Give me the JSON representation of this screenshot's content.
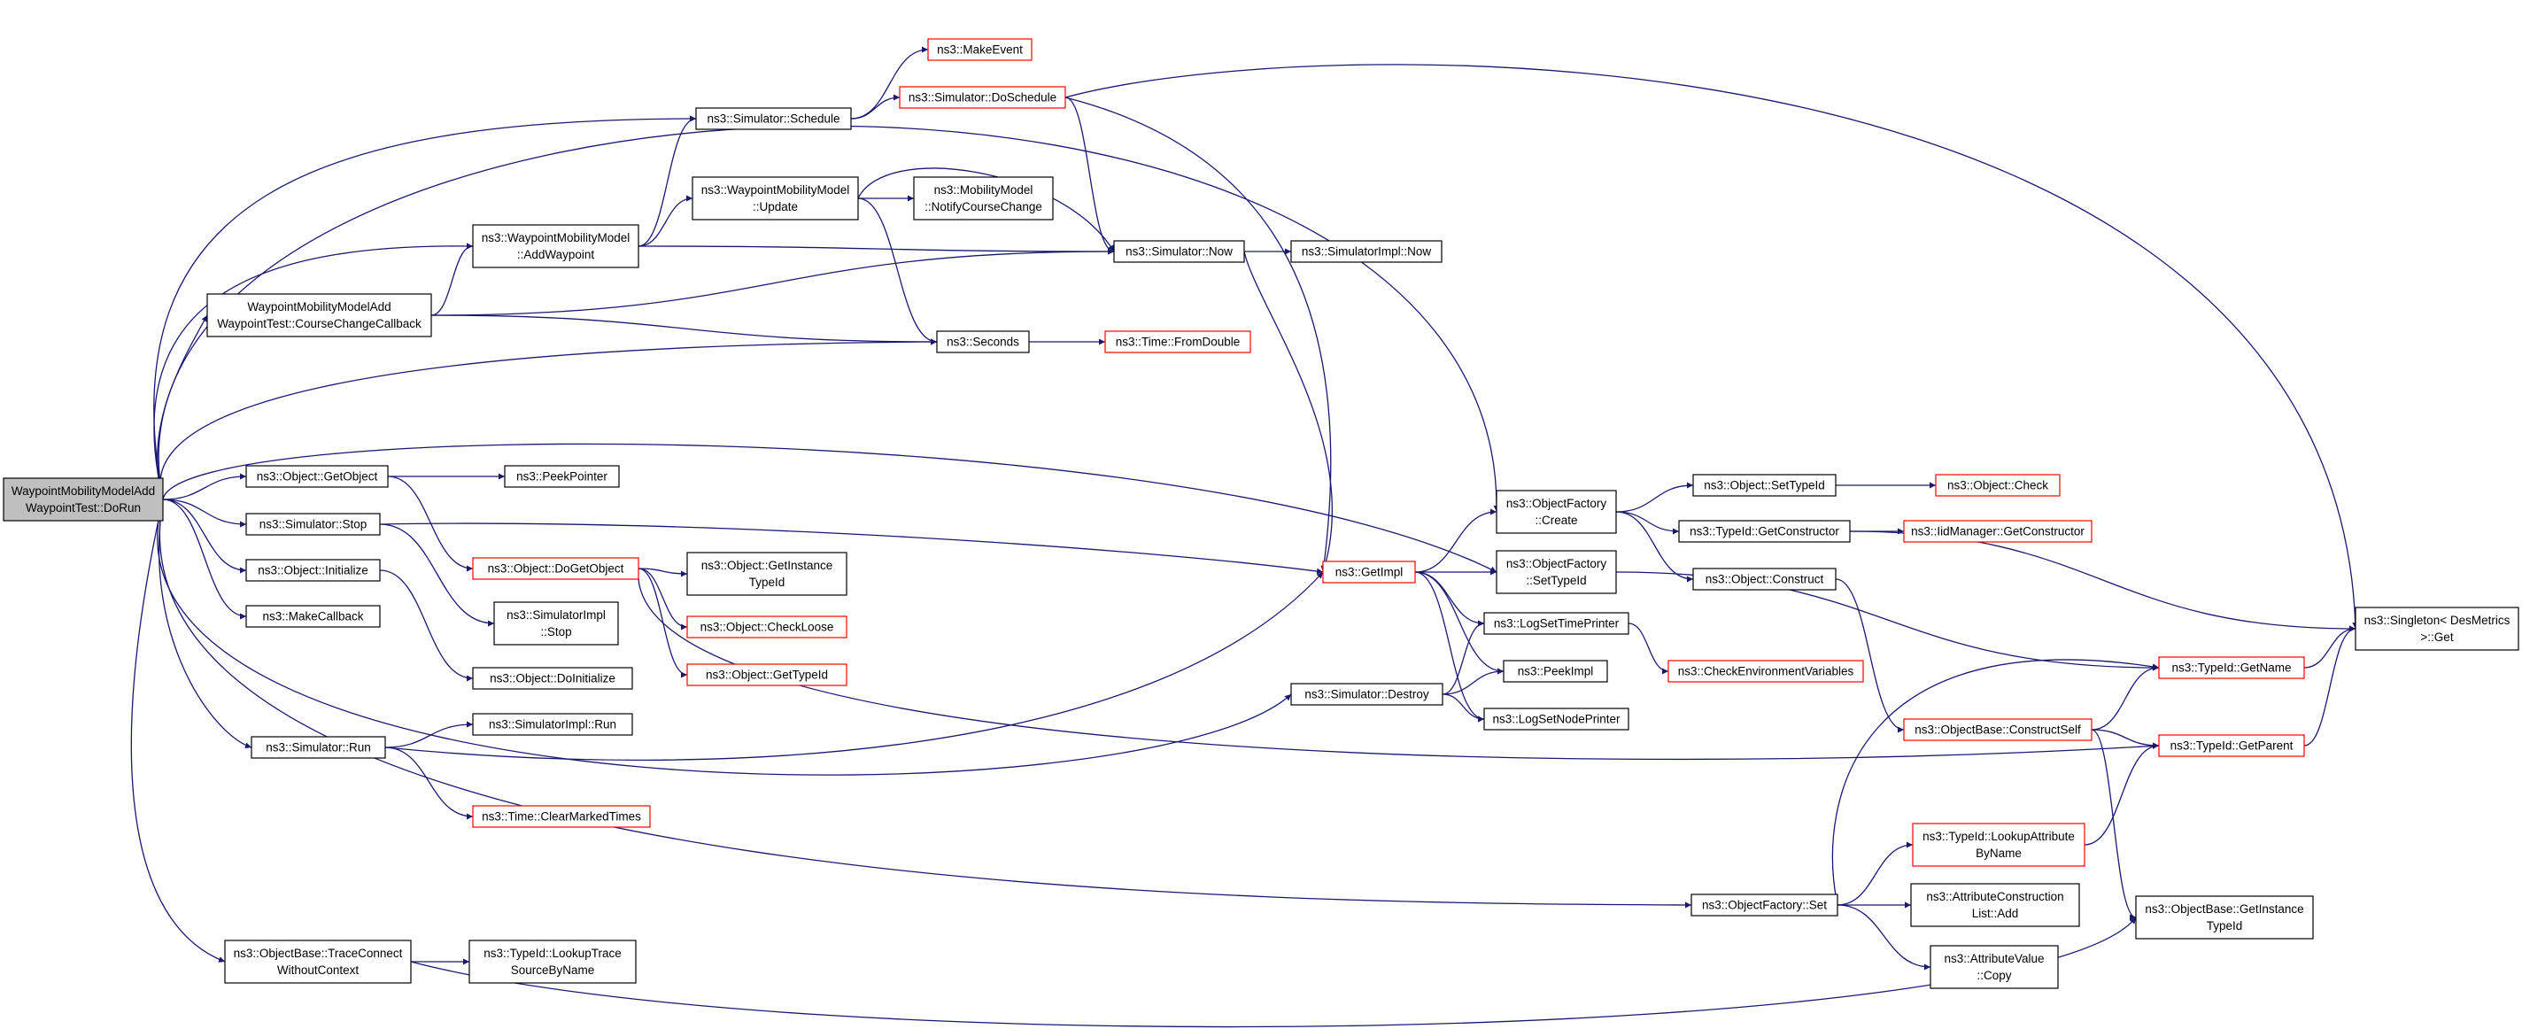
{
  "colors": {
    "edge": "#191970",
    "node_border": "#000000",
    "node_border_truncated": "#ff0000",
    "root_fill": "#bfbfbf",
    "node_fill": "#ffffff",
    "text": "#000000"
  },
  "nodes": [
    {
      "id": "root",
      "lines": [
        "WaypointMobilityModelAdd",
        "WaypointTest::DoRun"
      ],
      "style": "root"
    },
    {
      "id": "schedule",
      "lines": [
        "ns3::Simulator::Schedule"
      ],
      "style": "normal"
    },
    {
      "id": "makeevent",
      "lines": [
        "ns3::MakeEvent"
      ],
      "style": "truncated"
    },
    {
      "id": "doschedule",
      "lines": [
        "ns3::Simulator::DoSchedule"
      ],
      "style": "truncated"
    },
    {
      "id": "wmm_update",
      "lines": [
        "ns3::WaypointMobilityModel",
        "::Update"
      ],
      "style": "normal"
    },
    {
      "id": "notify",
      "lines": [
        "ns3::MobilityModel",
        "::NotifyCourseChange"
      ],
      "style": "normal"
    },
    {
      "id": "addwaypoint",
      "lines": [
        "ns3::WaypointMobilityModel",
        "::AddWaypoint"
      ],
      "style": "normal"
    },
    {
      "id": "sim_now",
      "lines": [
        "ns3::Simulator::Now"
      ],
      "style": "normal"
    },
    {
      "id": "simimpl_now",
      "lines": [
        "ns3::SimulatorImpl::Now"
      ],
      "style": "normal"
    },
    {
      "id": "coursechange",
      "lines": [
        "WaypointMobilityModelAdd",
        "WaypointTest::CourseChangeCallback"
      ],
      "style": "normal"
    },
    {
      "id": "seconds",
      "lines": [
        "ns3::Seconds"
      ],
      "style": "normal"
    },
    {
      "id": "fromdouble",
      "lines": [
        "ns3::Time::FromDouble"
      ],
      "style": "truncated"
    },
    {
      "id": "getobject",
      "lines": [
        "ns3::Object::GetObject"
      ],
      "style": "normal"
    },
    {
      "id": "peekpointer",
      "lines": [
        "ns3::PeekPointer"
      ],
      "style": "normal"
    },
    {
      "id": "sim_stop",
      "lines": [
        "ns3::Simulator::Stop"
      ],
      "style": "normal"
    },
    {
      "id": "dogetobject",
      "lines": [
        "ns3::Object::DoGetObject"
      ],
      "style": "truncated"
    },
    {
      "id": "getinstancetypeid",
      "lines": [
        "ns3::Object::GetInstance",
        "TypeId"
      ],
      "style": "normal"
    },
    {
      "id": "checkloose",
      "lines": [
        "ns3::Object::CheckLoose"
      ],
      "style": "truncated"
    },
    {
      "id": "obj_gettypeid",
      "lines": [
        "ns3::Object::GetTypeId"
      ],
      "style": "truncated"
    },
    {
      "id": "obj_initialize",
      "lines": [
        "ns3::Object::Initialize"
      ],
      "style": "normal"
    },
    {
      "id": "simimpl_stop",
      "lines": [
        "ns3::SimulatorImpl",
        "::Stop"
      ],
      "style": "normal"
    },
    {
      "id": "makecallback",
      "lines": [
        "ns3::MakeCallback"
      ],
      "style": "normal"
    },
    {
      "id": "doinitialize",
      "lines": [
        "ns3::Object::DoInitialize"
      ],
      "style": "normal"
    },
    {
      "id": "sim_run",
      "lines": [
        "ns3::Simulator::Run"
      ],
      "style": "normal"
    },
    {
      "id": "simimpl_run",
      "lines": [
        "ns3::SimulatorImpl::Run"
      ],
      "style": "normal"
    },
    {
      "id": "clearmarked",
      "lines": [
        "ns3::Time::ClearMarkedTimes"
      ],
      "style": "truncated"
    },
    {
      "id": "getimpl",
      "lines": [
        "ns3::GetImpl"
      ],
      "style": "truncated"
    },
    {
      "id": "of_create",
      "lines": [
        "ns3::ObjectFactory",
        "::Create"
      ],
      "style": "normal"
    },
    {
      "id": "of_settypeid",
      "lines": [
        "ns3::ObjectFactory",
        "::SetTypeId"
      ],
      "style": "normal"
    },
    {
      "id": "logsettimeprinter",
      "lines": [
        "ns3::LogSetTimePrinter"
      ],
      "style": "normal"
    },
    {
      "id": "peekimpl",
      "lines": [
        "ns3::PeekImpl"
      ],
      "style": "normal"
    },
    {
      "id": "logsetnodeprinter",
      "lines": [
        "ns3::LogSetNodePrinter"
      ],
      "style": "normal"
    },
    {
      "id": "sim_destroy",
      "lines": [
        "ns3::Simulator::Destroy"
      ],
      "style": "normal"
    },
    {
      "id": "obj_settypeid",
      "lines": [
        "ns3::Object::SetTypeId"
      ],
      "style": "normal"
    },
    {
      "id": "obj_check",
      "lines": [
        "ns3::Object::Check"
      ],
      "style": "truncated"
    },
    {
      "id": "tid_getconstructor",
      "lines": [
        "ns3::TypeId::GetConstructor"
      ],
      "style": "normal"
    },
    {
      "id": "iidmanager_getconstructor",
      "lines": [
        "ns3::IidManager::GetConstructor"
      ],
      "style": "truncated"
    },
    {
      "id": "obj_construct",
      "lines": [
        "ns3::Object::Construct"
      ],
      "style": "normal"
    },
    {
      "id": "checkenv",
      "lines": [
        "ns3::CheckEnvironmentVariables"
      ],
      "style": "truncated"
    },
    {
      "id": "singleton_get",
      "lines": [
        "ns3::Singleton< DesMetrics",
        ">::Get"
      ],
      "style": "normal"
    },
    {
      "id": "tid_getname",
      "lines": [
        "ns3::TypeId::GetName"
      ],
      "style": "truncated"
    },
    {
      "id": "constructself",
      "lines": [
        "ns3::ObjectBase::ConstructSelf"
      ],
      "style": "truncated"
    },
    {
      "id": "tid_getparent",
      "lines": [
        "ns3::TypeId::GetParent"
      ],
      "style": "truncated"
    },
    {
      "id": "lookupattr",
      "lines": [
        "ns3::TypeId::LookupAttribute",
        "ByName"
      ],
      "style": "truncated"
    },
    {
      "id": "attrconstlist_add",
      "lines": [
        "ns3::AttributeConstruction",
        "List::Add"
      ],
      "style": "normal"
    },
    {
      "id": "attrvalue_copy",
      "lines": [
        "ns3::AttributeValue",
        "::Copy"
      ],
      "style": "normal"
    },
    {
      "id": "of_set",
      "lines": [
        "ns3::ObjectFactory::Set"
      ],
      "style": "normal"
    },
    {
      "id": "ob_getinstancetypeid",
      "lines": [
        "ns3::ObjectBase::GetInstance",
        "TypeId"
      ],
      "style": "normal"
    },
    {
      "id": "traceconnect",
      "lines": [
        "ns3::ObjectBase::TraceConnect",
        "WithoutContext"
      ],
      "style": "normal"
    },
    {
      "id": "lookuptrace",
      "lines": [
        "ns3::TypeId::LookupTrace",
        "SourceByName"
      ],
      "style": "normal"
    }
  ],
  "edges": [
    [
      "root",
      "schedule"
    ],
    [
      "root",
      "addwaypoint"
    ],
    [
      "root",
      "coursechange"
    ],
    [
      "root",
      "seconds"
    ],
    [
      "root",
      "getobject"
    ],
    [
      "root",
      "sim_stop"
    ],
    [
      "root",
      "obj_initialize"
    ],
    [
      "root",
      "makecallback"
    ],
    [
      "root",
      "sim_run"
    ],
    [
      "root",
      "traceconnect"
    ],
    [
      "root",
      "of_create"
    ],
    [
      "root",
      "of_settypeid"
    ],
    [
      "root",
      "sim_destroy"
    ],
    [
      "root",
      "of_set"
    ],
    [
      "schedule",
      "makeevent"
    ],
    [
      "schedule",
      "doschedule"
    ],
    [
      "doschedule",
      "sim_now"
    ],
    [
      "doschedule",
      "getimpl"
    ],
    [
      "doschedule",
      "singleton_get"
    ],
    [
      "addwaypoint",
      "schedule"
    ],
    [
      "addwaypoint",
      "wmm_update"
    ],
    [
      "addwaypoint",
      "sim_now"
    ],
    [
      "wmm_update",
      "notify"
    ],
    [
      "wmm_update",
      "sim_now"
    ],
    [
      "wmm_update",
      "seconds"
    ],
    [
      "coursechange",
      "addwaypoint"
    ],
    [
      "coursechange",
      "sim_now"
    ],
    [
      "coursechange",
      "seconds"
    ],
    [
      "sim_now",
      "simimpl_now"
    ],
    [
      "sim_now",
      "getimpl"
    ],
    [
      "seconds",
      "fromdouble"
    ],
    [
      "getobject",
      "peekpointer"
    ],
    [
      "getobject",
      "dogetobject"
    ],
    [
      "dogetobject",
      "getinstancetypeid"
    ],
    [
      "dogetobject",
      "checkloose"
    ],
    [
      "dogetobject",
      "obj_gettypeid"
    ],
    [
      "dogetobject",
      "tid_getparent"
    ],
    [
      "sim_stop",
      "simimpl_stop"
    ],
    [
      "sim_stop",
      "getimpl"
    ],
    [
      "obj_initialize",
      "doinitialize"
    ],
    [
      "sim_run",
      "simimpl_run"
    ],
    [
      "sim_run",
      "clearmarked"
    ],
    [
      "sim_run",
      "getimpl"
    ],
    [
      "getimpl",
      "of_create"
    ],
    [
      "getimpl",
      "of_settypeid"
    ],
    [
      "getimpl",
      "logsettimeprinter"
    ],
    [
      "getimpl",
      "peekimpl"
    ],
    [
      "getimpl",
      "logsetnodeprinter"
    ],
    [
      "sim_destroy",
      "logsettimeprinter"
    ],
    [
      "sim_destroy",
      "peekimpl"
    ],
    [
      "sim_destroy",
      "logsetnodeprinter"
    ],
    [
      "of_create",
      "obj_settypeid"
    ],
    [
      "of_create",
      "tid_getconstructor"
    ],
    [
      "of_create",
      "obj_construct"
    ],
    [
      "of_settypeid",
      "tid_getname"
    ],
    [
      "logsettimeprinter",
      "checkenv"
    ],
    [
      "obj_settypeid",
      "obj_check"
    ],
    [
      "tid_getconstructor",
      "iidmanager_getconstructor"
    ],
    [
      "tid_getconstructor",
      "singleton_get"
    ],
    [
      "obj_construct",
      "constructself"
    ],
    [
      "constructself",
      "tid_getname"
    ],
    [
      "constructself",
      "tid_getparent"
    ],
    [
      "constructself",
      "ob_getinstancetypeid"
    ],
    [
      "tid_getname",
      "singleton_get"
    ],
    [
      "tid_getparent",
      "singleton_get"
    ],
    [
      "lookupattr",
      "tid_getparent"
    ],
    [
      "of_set",
      "lookupattr"
    ],
    [
      "of_set",
      "attrconstlist_add"
    ],
    [
      "of_set",
      "attrvalue_copy"
    ],
    [
      "of_set",
      "tid_getname"
    ],
    [
      "traceconnect",
      "lookuptrace"
    ],
    [
      "traceconnect",
      "ob_getinstancetypeid"
    ]
  ]
}
